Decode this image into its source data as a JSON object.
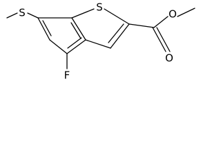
{
  "molecule": {
    "atom_labels": {
      "thiomethyl_sulfur": "S",
      "ring_sulfur": "S",
      "ester_ether_oxygen": "O",
      "carbonyl_oxygen": "O",
      "fluorine": "F"
    },
    "colors": {
      "bond": "#000000",
      "label": "#000000",
      "background": "#ffffff"
    }
  }
}
